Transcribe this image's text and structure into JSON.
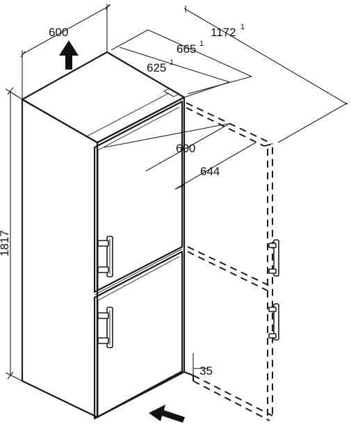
{
  "diagram": {
    "title": "",
    "dimensions": {
      "top_width": "600",
      "depth_total": "1172",
      "depth_total_note": "1",
      "depth_with_handle": "665",
      "depth_with_handle_note": "1",
      "depth_body": "625",
      "depth_body_note": "1",
      "door_swing_inner": "600",
      "door_swing_outer": "644",
      "height": "1817",
      "plinth_height": "35"
    },
    "icons": [
      "airflow-up-arrow-icon",
      "airflow-in-arrow-icon"
    ],
    "colors": {
      "line": "#1a1a1a",
      "background": "#ffffff"
    }
  }
}
